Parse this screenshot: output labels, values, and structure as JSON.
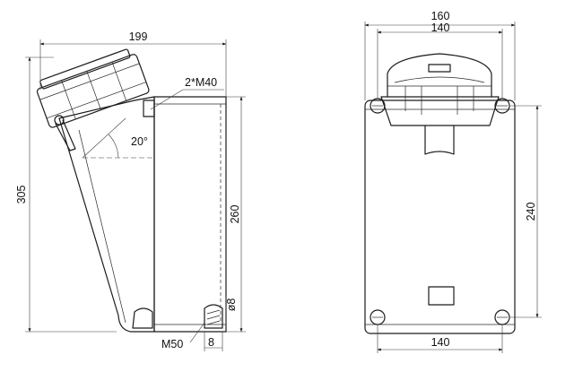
{
  "side_view": {
    "dim_width": "199",
    "dim_height": "305",
    "dim_box_height": "260",
    "label_gland_top": "2*M40",
    "label_angle": "20°",
    "label_gland_bottom": "M50",
    "dim_hole_spacing": "8",
    "dim_hole_dia": "ø8"
  },
  "front_view": {
    "dim_overall_width": "160",
    "dim_top_width": "140",
    "dim_bottom_width": "140",
    "dim_height": "240"
  }
}
